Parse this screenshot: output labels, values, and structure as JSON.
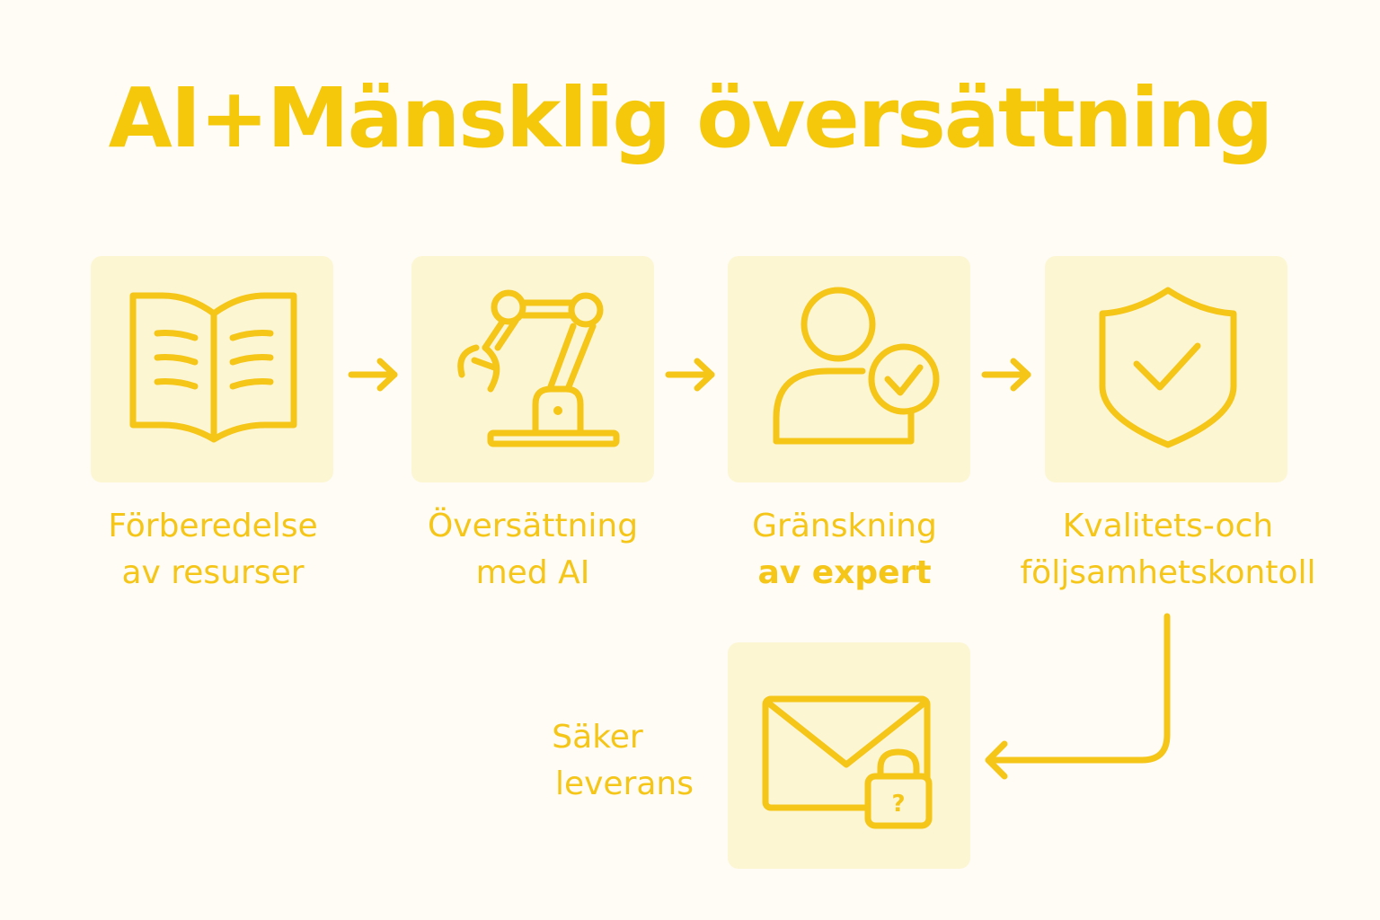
{
  "title": "AI+Mänsklig översättning",
  "accent_color": "#f5c518",
  "tile_color": "#fdf6d3",
  "steps": [
    {
      "icon": "open-book-icon",
      "line1": "Förberedelse",
      "line2": "av resurser"
    },
    {
      "icon": "robot-arm-icon",
      "line1": "Översättning",
      "line2": "med AI"
    },
    {
      "icon": "user-check-icon",
      "line1": "Gränskning",
      "line2": "av expert"
    },
    {
      "icon": "shield-check-icon",
      "line1": "Kvalitets-och",
      "line2": "följsamhetskontoll"
    },
    {
      "icon": "envelope-lock-icon",
      "line1": "Säker",
      "line2": "leverans"
    }
  ]
}
